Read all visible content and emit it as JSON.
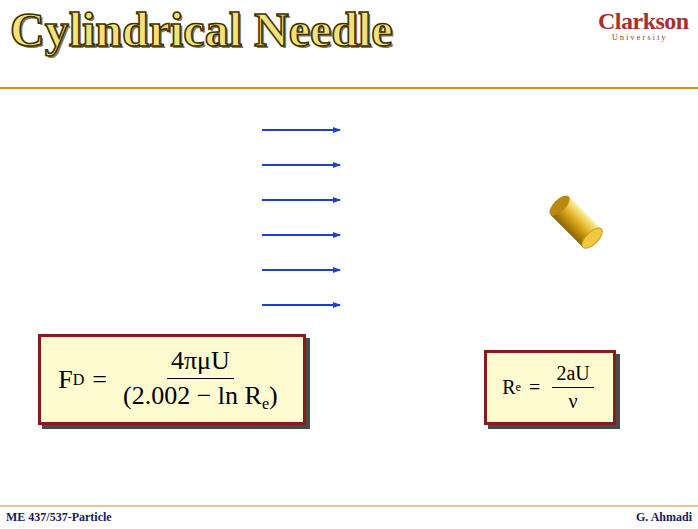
{
  "diagram": {
    "title": "Cylindrical Needle",
    "nodes": [
      {
        "text": [
          "F",
          "D",
          "=",
          "4πμU",
          "(2.002 − ln R",
          "e",
          ")"
        ]
      },
      {
        "text": [
          "R",
          "e",
          "=",
          "2aU",
          "ν"
        ]
      }
    ],
    "labels": [
      "Clarkson",
      "University",
      "ME 437/537-Particle",
      "G. Ahmadi"
    ]
  }
}
